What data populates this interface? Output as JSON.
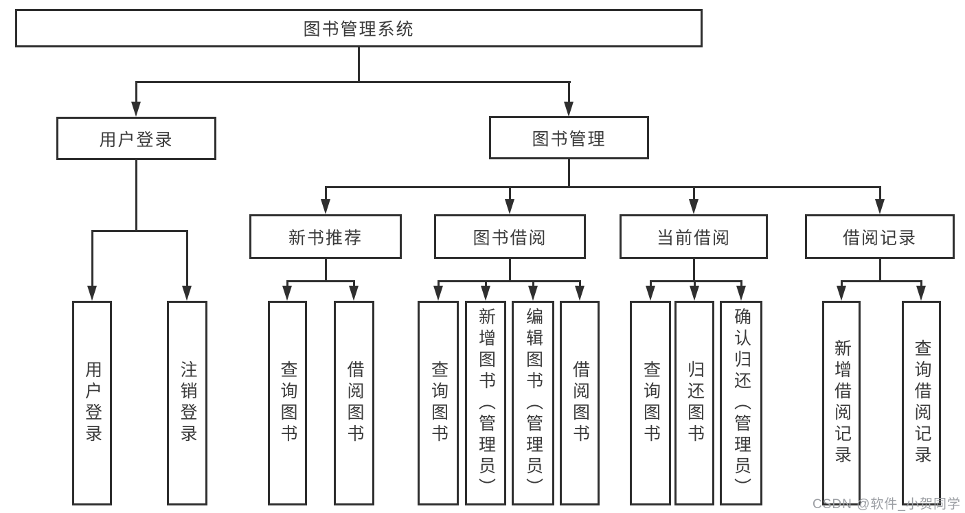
{
  "diagram": {
    "root": {
      "label": "图书管理系统"
    },
    "level2": [
      {
        "label": "用户登录"
      },
      {
        "label": "图书管理"
      }
    ],
    "level3": [
      {
        "label": "新书推荐"
      },
      {
        "label": "图书借阅"
      },
      {
        "label": "当前借阅"
      },
      {
        "label": "借阅记录"
      }
    ],
    "leaves": [
      {
        "label": "用户登录"
      },
      {
        "label": "注销登录"
      },
      {
        "label": "查询图书"
      },
      {
        "label": "借阅图书"
      },
      {
        "label": "查询图书"
      },
      {
        "label": "新增图书（管理员）"
      },
      {
        "label": "编辑图书（管理员）"
      },
      {
        "label": "借阅图书"
      },
      {
        "label": "查询图书"
      },
      {
        "label": "归还图书"
      },
      {
        "label": "确认归还（管理员）"
      },
      {
        "label": "新增借阅记录"
      },
      {
        "label": "查询借阅记录"
      }
    ]
  },
  "watermark": "CSDN @软件_小贺同学",
  "colors": {
    "line": "#2f2f2f",
    "text": "#3b3b3b",
    "background": "#ffffff",
    "watermark": "#9b9ea3"
  }
}
